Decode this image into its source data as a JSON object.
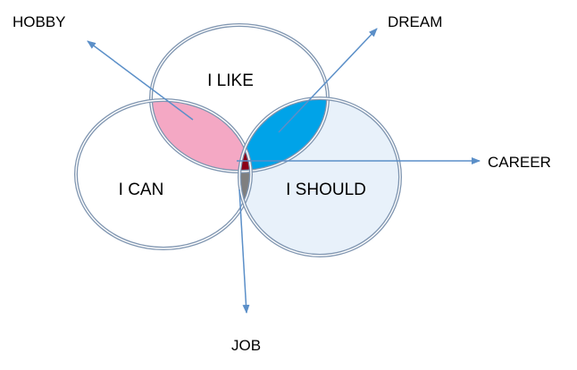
{
  "diagram": {
    "circles": {
      "like": {
        "label": "I LIKE"
      },
      "can": {
        "label": "I CAN"
      },
      "should": {
        "label": "I SHOULD"
      }
    },
    "outcomes": {
      "hobby": {
        "label": "HOBBY"
      },
      "dream": {
        "label": "DREAM"
      },
      "career": {
        "label": "CAREER"
      },
      "job": {
        "label": "JOB"
      }
    }
  },
  "colors": {
    "outline": "#7f95b0",
    "should_fill": "#e8f1fa",
    "hobby_region": "#f4a8c4",
    "dream_region": "#00a3e8",
    "career_region": "#8b0018",
    "job_region": "#7f7f7f",
    "arrow": "#5b8fc8"
  }
}
